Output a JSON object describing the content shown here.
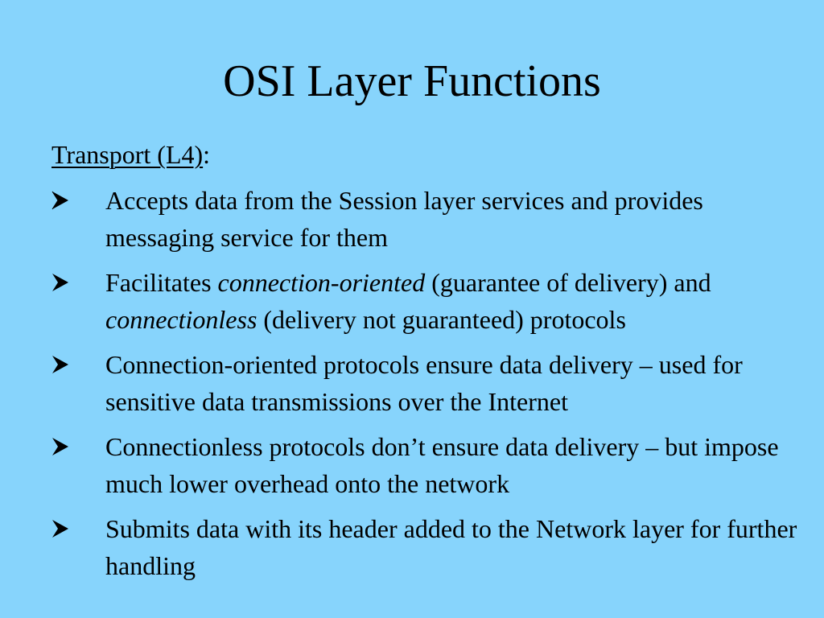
{
  "slide": {
    "title": "OSI Layer Functions",
    "heading": {
      "label": "Transport (L4)",
      "suffix": ":"
    },
    "bullets": [
      {
        "icon": "arrowhead-bullet-icon",
        "parts": [
          "Accepts data from the Session layer services and provides messaging service for them"
        ]
      },
      {
        "icon": "arrowhead-bullet-icon",
        "parts": [
          "Facilitates ",
          "connection-oriented",
          " (guarantee of delivery) and ",
          "connectionless",
          " (delivery not guaranteed) protocols"
        ]
      },
      {
        "icon": "arrowhead-bullet-icon",
        "parts": [
          "Connection-oriented protocols ensure data delivery – used for sensitive data transmissions over the Internet"
        ]
      },
      {
        "icon": "arrowhead-bullet-icon",
        "parts": [
          "Connectionless protocols don’t ensure data delivery – but impose much lower overhead onto the network"
        ]
      },
      {
        "icon": "arrowhead-bullet-icon",
        "parts": [
          "Submits data with its header added to the Network layer for further handling"
        ]
      }
    ]
  },
  "colors": {
    "background": "#87d4fc",
    "text": "#000000"
  }
}
